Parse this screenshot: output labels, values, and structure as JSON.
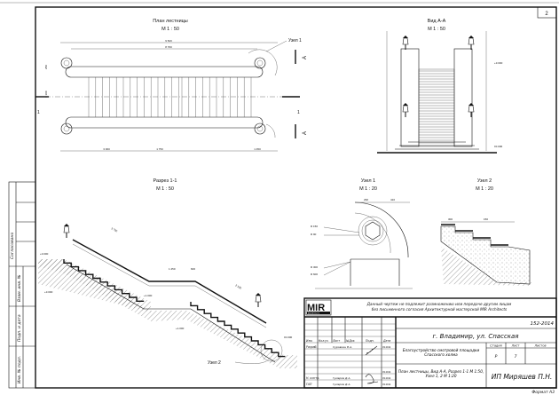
{
  "sheet_number": "2",
  "plan": {
    "title": "План лестницы",
    "scale": "М 1 : 50",
    "node_label": "Узел 1",
    "cut_label": "1",
    "view_label": "А",
    "dims": [
      "9 520",
      "8 760",
      "3 000",
      "1 750",
      "1 450",
      "1 100",
      "250"
    ]
  },
  "view_aa": {
    "title": "Вид А-А",
    "scale": "М 1 : 50",
    "levels": [
      "+3.000",
      "±0.000"
    ]
  },
  "section_11": {
    "title": "Разрез 1-1",
    "scale": "М 1 : 50",
    "node_label": "Узел 2",
    "dims": [
      "3 700",
      "1 250",
      "2 120",
      "600"
    ],
    "levels": [
      "+3.000",
      "+1.000",
      "±0.000"
    ]
  },
  "node1": {
    "title": "Узел 1",
    "scale": "М 1 : 20",
    "dims": [
      "290",
      "410",
      "R 150",
      "R 90",
      "R 300",
      "R 600"
    ]
  },
  "node2": {
    "title": "Узел 2",
    "scale": "М 1 : 20",
    "dims": [
      "300",
      "150"
    ]
  },
  "stamp_side": [
    "Согласовано",
    "Взам. инв. №",
    "Подп. и дата",
    "Инв. № подл."
  ],
  "title_block": {
    "logo": "MIR",
    "logo_sub": "ARCHITECTS",
    "notice_line1": "Данный чертеж не подлежит размножению или передаче другим лицам",
    "notice_line2": "без письменного согласия Архитектурной мастерской  MIR Architects",
    "code": "152-2014",
    "location": "г. Владимир, ул. Спасская",
    "headers": [
      "Изм.",
      "Кол.уч",
      "Лист",
      "№Док",
      "Подп.",
      "Дата"
    ],
    "roles": [
      {
        "role": "Разраб.",
        "name": "Суровкин В.А."
      },
      {
        "role": "Н. контр.",
        "name": "Гумеров Д.А."
      },
      {
        "role": "ГАП",
        "name": "Гумеров Д.А."
      }
    ],
    "dates": [
      "03.2014",
      "03.2014",
      "03.2014",
      "03.2014"
    ],
    "project": "Благоустройство смотровой площадки Спасского холма",
    "sheet_title": "План лестницы, Вид А-А, Разрез 1-1 М 1:50, Узел 1, 2 М 1:20",
    "stage_header": "Стадия",
    "sheet_header": "Лист",
    "sheets_header": "Листов",
    "stage": "Р",
    "sheet": "7",
    "company": "ИП Миряшев П.Н.",
    "format": "Формат А3"
  }
}
